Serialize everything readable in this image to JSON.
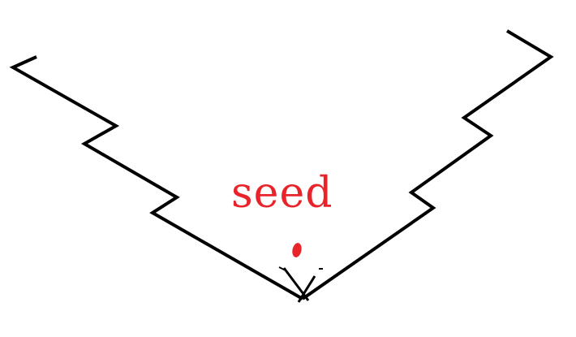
{
  "diagram": {
    "label": "seed",
    "colors": {
      "outline": "#000000",
      "seed": "#e8232a",
      "background": "#ffffff"
    },
    "shapes": {
      "left_arm": "zigzag-staircase-line",
      "right_arm": "zigzag-staircase-line",
      "seed_dot": "red-seed-dot"
    }
  }
}
